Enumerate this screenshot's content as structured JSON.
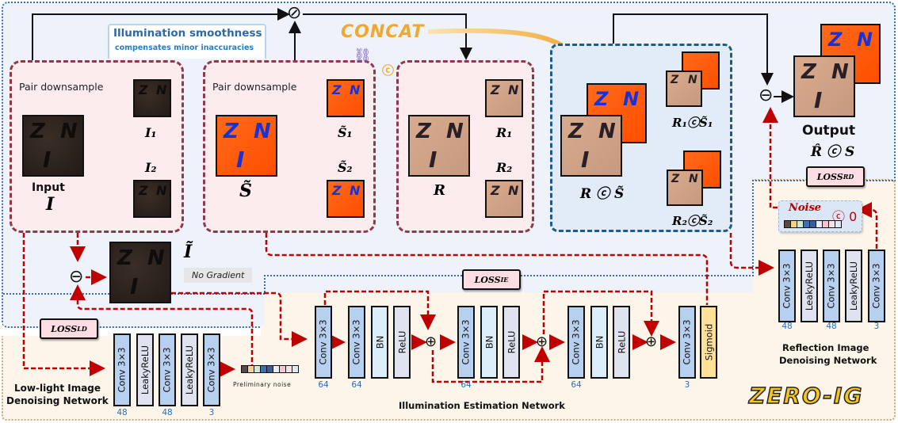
{
  "title": "ZERO-IG",
  "annotations": {
    "smoothness_title": "Illumination smoothness",
    "smoothness_sub": "compensates minor inaccuracies",
    "concat": "CONCAT",
    "no_gradient": "No Gradient",
    "preliminary_noise": "Preliminary noise"
  },
  "blocks": {
    "input_block": {
      "heading": "Pair downsample",
      "main_label": "Input",
      "main_symbol": "I",
      "sub1": "I₁",
      "sub2": "I₂"
    },
    "illum_block": {
      "heading": "Pair downsample",
      "main_symbol": "S̃",
      "sub1": "S̃₁",
      "sub2": "S̃₂"
    },
    "reflect_block": {
      "main_symbol": "R",
      "sub1": "R₁",
      "sub2": "R₂"
    },
    "concat_block": {
      "main_label": "R ⓒ S̃",
      "sub1": "R₁ⓒS̃₁",
      "sub2": "R₂ⓒS̃₂"
    },
    "output_block": {
      "label": "Output",
      "formula": "R̂ ⓒ S"
    },
    "denoised_input": {
      "symbol": "Ĩ"
    },
    "noise_box": {
      "label": "Noise",
      "suffix": "ⓒ 0"
    }
  },
  "losses": {
    "ld": {
      "base": "LOSS",
      "sub": "LD"
    },
    "ie": {
      "base": "LOSS",
      "sub": "IE"
    },
    "rd": {
      "base": "LOSS",
      "sub": "RD"
    }
  },
  "operators": {
    "divide": "⊘",
    "subtract": "⊖",
    "add": "⊕",
    "concat": "ⓒ"
  },
  "networks": {
    "lowlight": {
      "name_line1": "Low-light Image",
      "name_line2": "Denoising Network",
      "layers": [
        {
          "label": "Conv 3×3",
          "type": "conv",
          "channels": "48"
        },
        {
          "label": "LeakyReLU",
          "type": "act",
          "channels": ""
        },
        {
          "label": "Conv 3×3",
          "type": "conv",
          "channels": "48"
        },
        {
          "label": "LeakyReLU",
          "type": "act",
          "channels": ""
        },
        {
          "label": "Conv 3×3",
          "type": "conv",
          "channels": "3"
        }
      ]
    },
    "illumination": {
      "name": "Illumination Estimation Network",
      "layers": [
        {
          "label": "Conv 3×3",
          "type": "conv",
          "channels": "64"
        },
        {
          "label": "Conv 3×3",
          "type": "conv",
          "channels": "64"
        },
        {
          "label": "BN",
          "type": "bn",
          "channels": ""
        },
        {
          "label": "ReLU",
          "type": "act",
          "channels": ""
        },
        {
          "label": "Conv 3×3",
          "type": "conv",
          "channels": "64"
        },
        {
          "label": "BN",
          "type": "bn",
          "channels": ""
        },
        {
          "label": "ReLU",
          "type": "act",
          "channels": ""
        },
        {
          "label": "Conv 3×3",
          "type": "conv",
          "channels": "64"
        },
        {
          "label": "BN",
          "type": "bn",
          "channels": ""
        },
        {
          "label": "ReLU",
          "type": "act",
          "channels": ""
        },
        {
          "label": "Conv 3×3",
          "type": "conv",
          "channels": "3"
        },
        {
          "label": "Sigmoid",
          "type": "sig",
          "channels": ""
        }
      ]
    },
    "reflection": {
      "name_line1": "Reflection Image",
      "name_line2": "Denoising Network",
      "layers": [
        {
          "label": "Conv 3×3",
          "type": "conv",
          "channels": "48"
        },
        {
          "label": "LeakyReLU",
          "type": "act",
          "channels": ""
        },
        {
          "label": "Conv 3×3",
          "type": "conv",
          "channels": "48"
        },
        {
          "label": "LeakyReLU",
          "type": "act",
          "channels": ""
        },
        {
          "label": "Conv 3×3",
          "type": "conv",
          "channels": "3"
        }
      ]
    }
  },
  "colors": {
    "conv": "#b8d0ef",
    "act": "#dfe3f0",
    "bn": "#dbeefa",
    "sig": "#ffe199",
    "loss_bg": "#fbdde2",
    "arrow_red": "#c00000",
    "concat_orange": "#f0a830",
    "panel_pink_border": "#8e3a4e",
    "panel_blue_border": "#1f5b86"
  },
  "noise_swatches": [
    "#5a4a46",
    "#f4d28a",
    "#cfe9d8",
    "#3f6fb0",
    "#3a5d9c",
    "#e9eef5",
    "#f3c4d2",
    "#fbe2ea",
    "#dfe8f5"
  ]
}
